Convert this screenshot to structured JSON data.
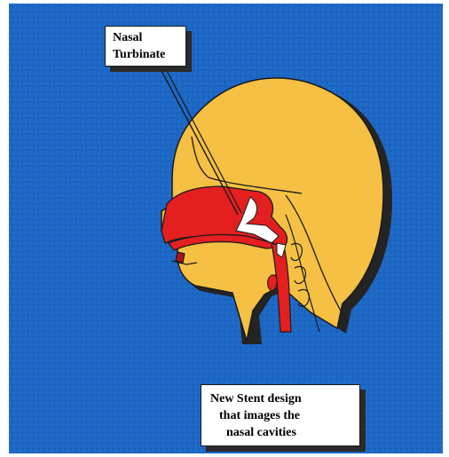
{
  "labels": {
    "nasal_turbinate": [
      "Nasal",
      "Turbinate"
    ],
    "stent_caption": [
      "New Stent design",
      "that images the",
      "nasal cavities"
    ]
  },
  "colors": {
    "background_blue": "#1c66c4",
    "head_yellow": "#f5c043",
    "tissue_red": "#e3201f",
    "airway_white": "#ffffff",
    "shadow": "#242424",
    "outline": "#1a1a1a"
  }
}
